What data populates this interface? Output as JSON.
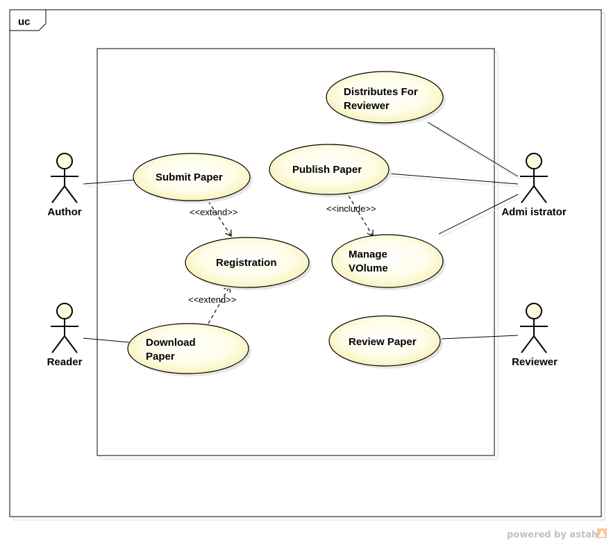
{
  "frame": {
    "tag": "uc"
  },
  "actors": {
    "author": "Author",
    "reader": "Reader",
    "administrator": "Admi istrator",
    "reviewer": "Reviewer"
  },
  "usecases": {
    "distributes": [
      "Distributes For",
      "Reviewer"
    ],
    "submit": "Submit Paper",
    "publish": "Publish Paper",
    "registration": "Registration",
    "manage": [
      "Manage",
      "VOlume"
    ],
    "download": [
      "Download",
      "Paper"
    ],
    "review": "Review Paper"
  },
  "relations": {
    "extend_submit": "<<extend>>",
    "include_publish": "<<include>>",
    "extend_download": "<<extend>>"
  },
  "watermark": "powered by astah*",
  "colors": {
    "usecase_fill": "#fffde0",
    "usecase_glow": "#f7f2b8",
    "stroke": "#000000"
  }
}
